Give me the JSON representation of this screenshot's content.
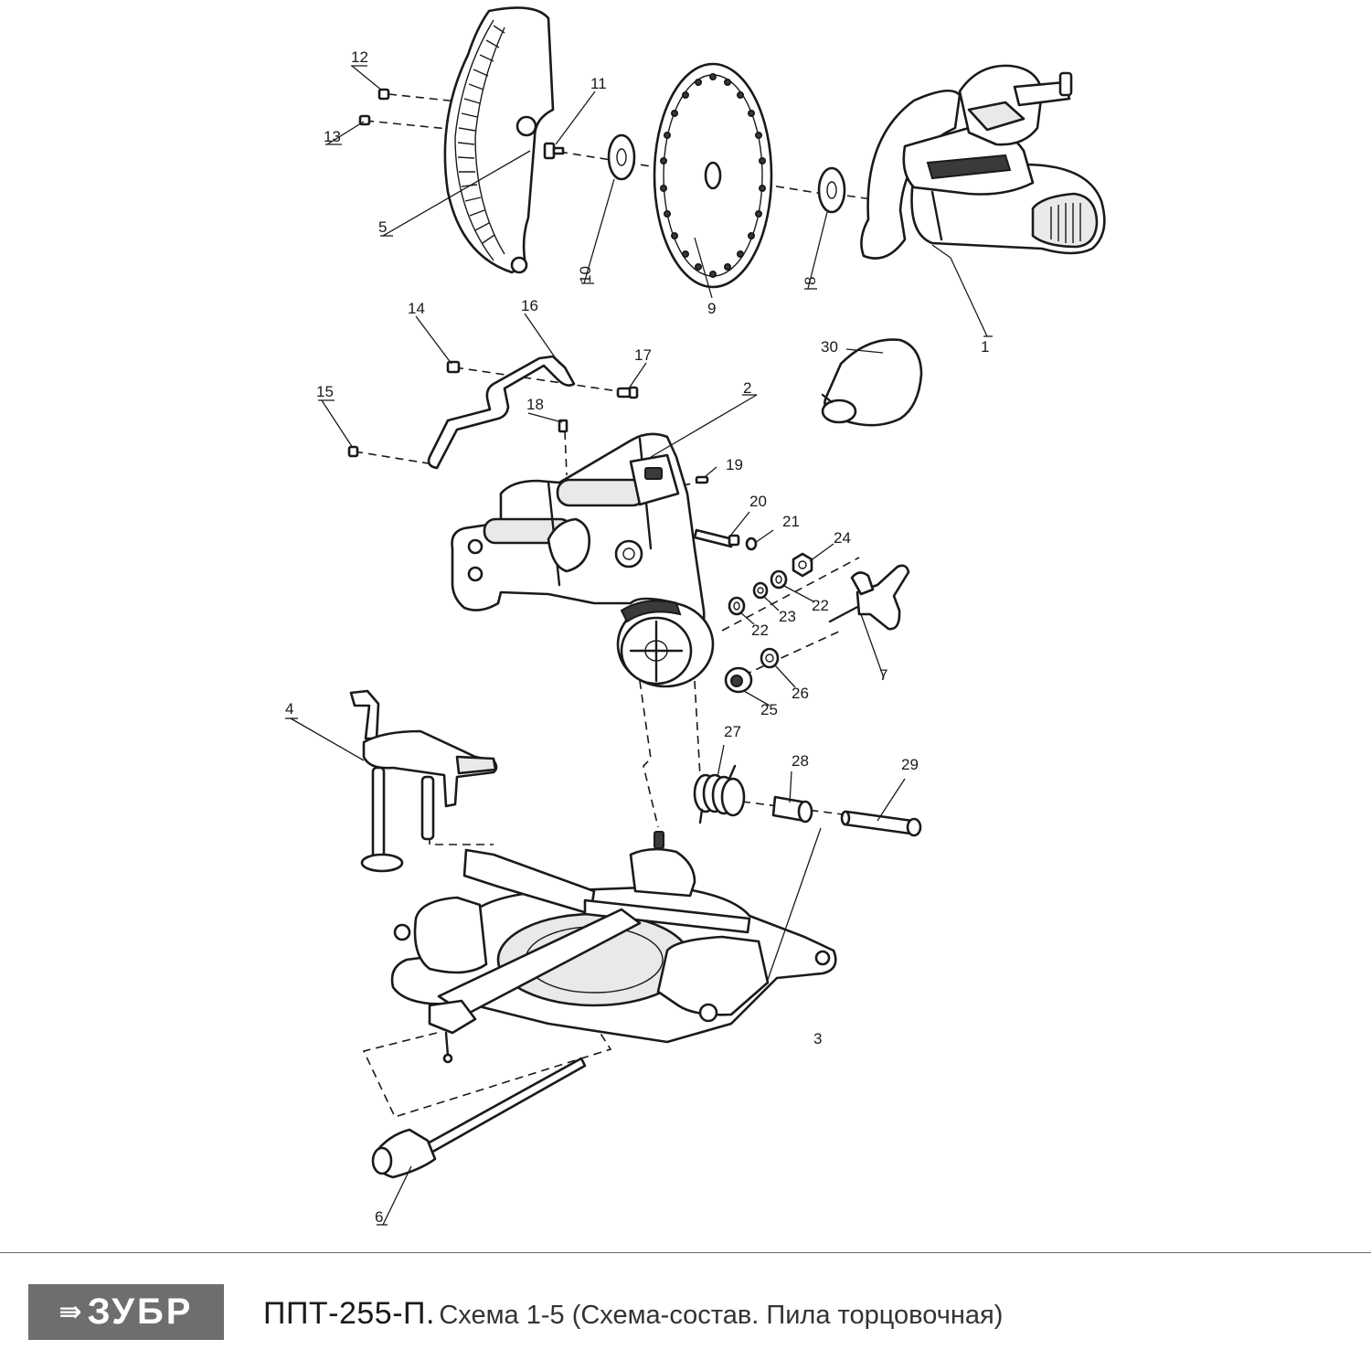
{
  "brand": {
    "name": "ЗУБР",
    "icon": "arrow-chevron-icon",
    "background": "#6e6e6e"
  },
  "caption": {
    "model": "ППТ-255-П.",
    "description": "Схема 1-5 (Схема-состав. Пила торцовочная)"
  },
  "part_labels": {
    "p1": "1",
    "p2": "2",
    "p3": "3",
    "p4": "4",
    "p5": "5",
    "p6": "6",
    "p7": "7",
    "p8": "8",
    "p9": "9",
    "p10": "10",
    "p11": "11",
    "p12": "12",
    "p13": "13",
    "p14": "14",
    "p15": "15",
    "p16": "16",
    "p17": "17",
    "p18": "18",
    "p19": "19",
    "p20": "20",
    "p21": "21",
    "p22a": "22",
    "p22b": "22",
    "p23": "23",
    "p24": "24",
    "p25": "25",
    "p26": "26",
    "p27": "27",
    "p28": "28",
    "p29": "29",
    "p30": "30"
  }
}
